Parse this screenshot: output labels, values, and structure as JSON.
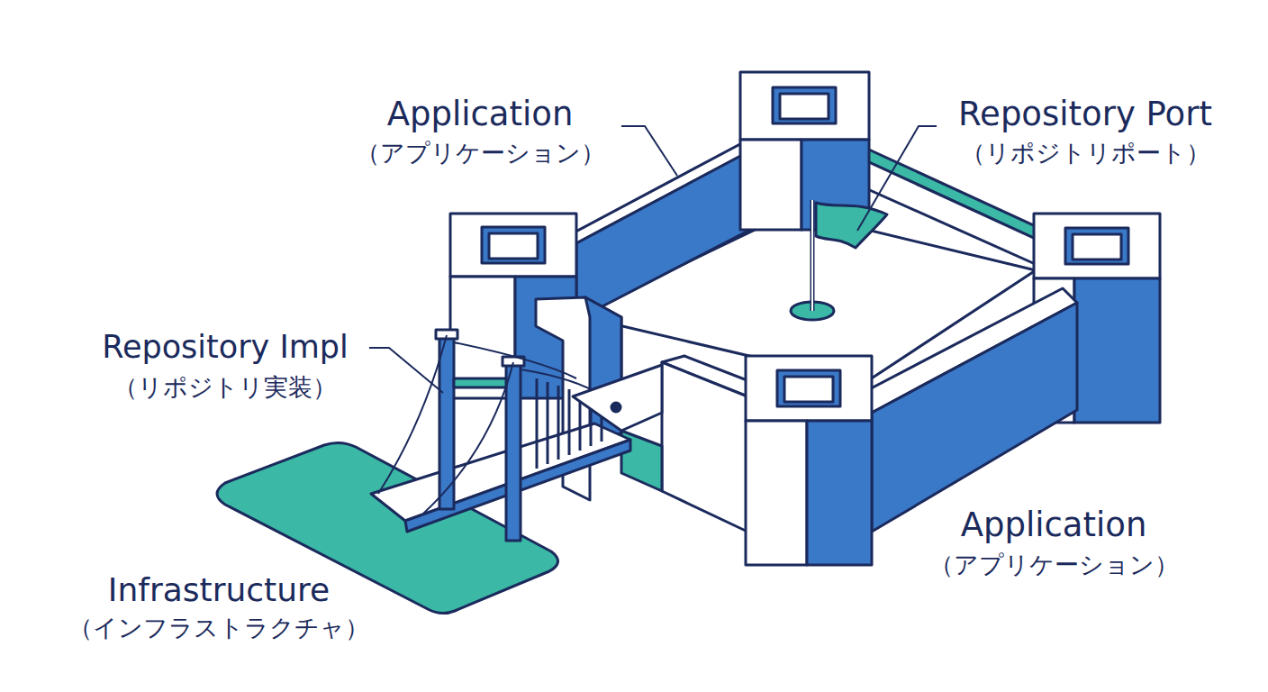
{
  "diagram": {
    "labels": [
      "Application",
      "（アプリケーション）",
      "Repository Port",
      "（リポジトリポート）",
      "Repository Impl",
      "（リポジトリ実装）",
      "Application",
      "（アプリケーション）",
      "Infrastructure",
      "（インフラストラクチャ）"
    ]
  }
}
